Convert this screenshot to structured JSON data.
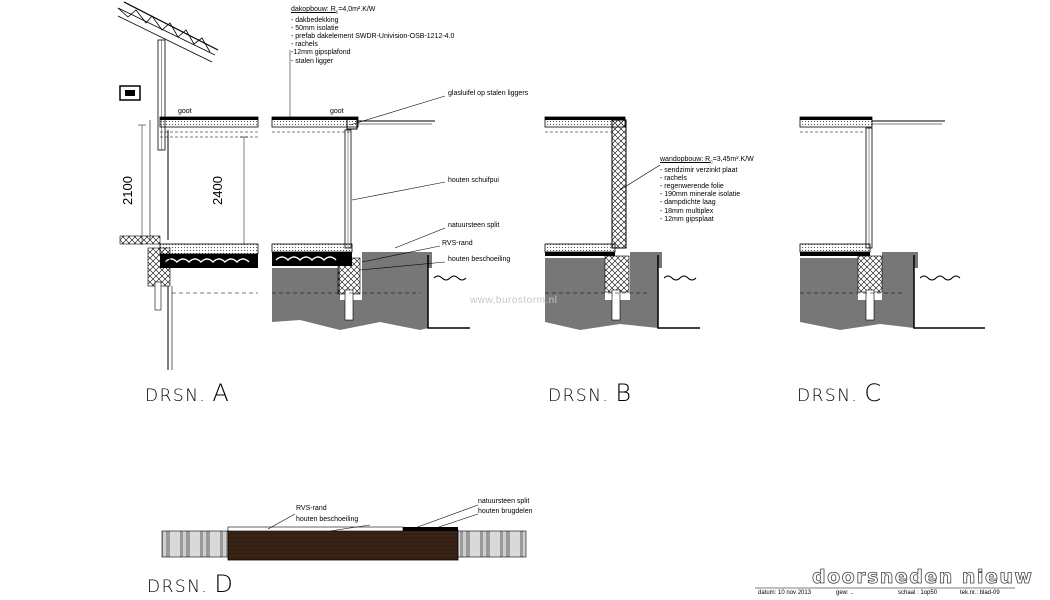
{
  "labels": {
    "goot": "goot",
    "glasluifel": "glasluifel op stalen liggers",
    "schuifpui": "houten schuifpui",
    "natuursteen_split": "natuursteen split",
    "rvs_rand": "RVS-rand",
    "houten_beschoeiling": "houten beschoeiling",
    "houten_brugdelen": "houten brugdelen"
  },
  "dimensions": {
    "h1": "2100",
    "h2": "2400"
  },
  "dak_opbouw": {
    "heading": "dakopbouw: R",
    "heading_sub": "c",
    "heading_value": "=4,0m².K/W",
    "items": [
      "- dakbedekking",
      "- 50mm isolatie",
      "- prefab dakelement  SWDR-Univision-OSB-1212-4.0",
      "- rachels",
      "-12mm gipsplafond",
      "- stalen ligger"
    ]
  },
  "wand_opbouw": {
    "heading": "wandopbouw: R",
    "heading_sub": "c",
    "heading_value": "=3,45m².K/W",
    "items": [
      "- sendzimir verzinkt plaat",
      "- rachels",
      "- regenwerende folie",
      "- 190mm minerale isolatie",
      "- dampdichte laag",
      "- 18mm multiplex",
      "- 12mm gipsplaat"
    ]
  },
  "sections": {
    "a_prefix": "DRSN.",
    "a_letter": "A",
    "b_prefix": "DRSN.",
    "b_letter": "B",
    "c_prefix": "DRSN.",
    "c_letter": "C",
    "d_prefix": "DRSN.",
    "d_letter": "D"
  },
  "watermark": "www.burostorm.nl",
  "title": "doorsneden nieuw",
  "footer": {
    "datum": "datum: 10 nov 2013",
    "getekend": "gew: ..",
    "schaal": "schaal : 1op50",
    "tek": "tek.nr.: blad-09"
  },
  "colors": {
    "ground": "#777777",
    "wood": "#3a2417",
    "water_pipe": "#999999"
  }
}
